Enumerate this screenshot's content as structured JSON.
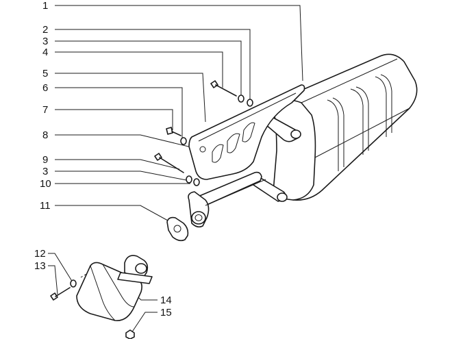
{
  "callouts": {
    "c1": "1",
    "c2": "2",
    "c3a": "3",
    "c4": "4",
    "c5": "5",
    "c6": "6",
    "c7": "7",
    "c8": "8",
    "c9": "9",
    "c3b": "3",
    "c10": "10",
    "c11": "11",
    "c12": "12",
    "c13": "13",
    "c14": "14",
    "c15": "15"
  },
  "colors": {
    "line": "#1a1a1a",
    "background": "#ffffff"
  }
}
